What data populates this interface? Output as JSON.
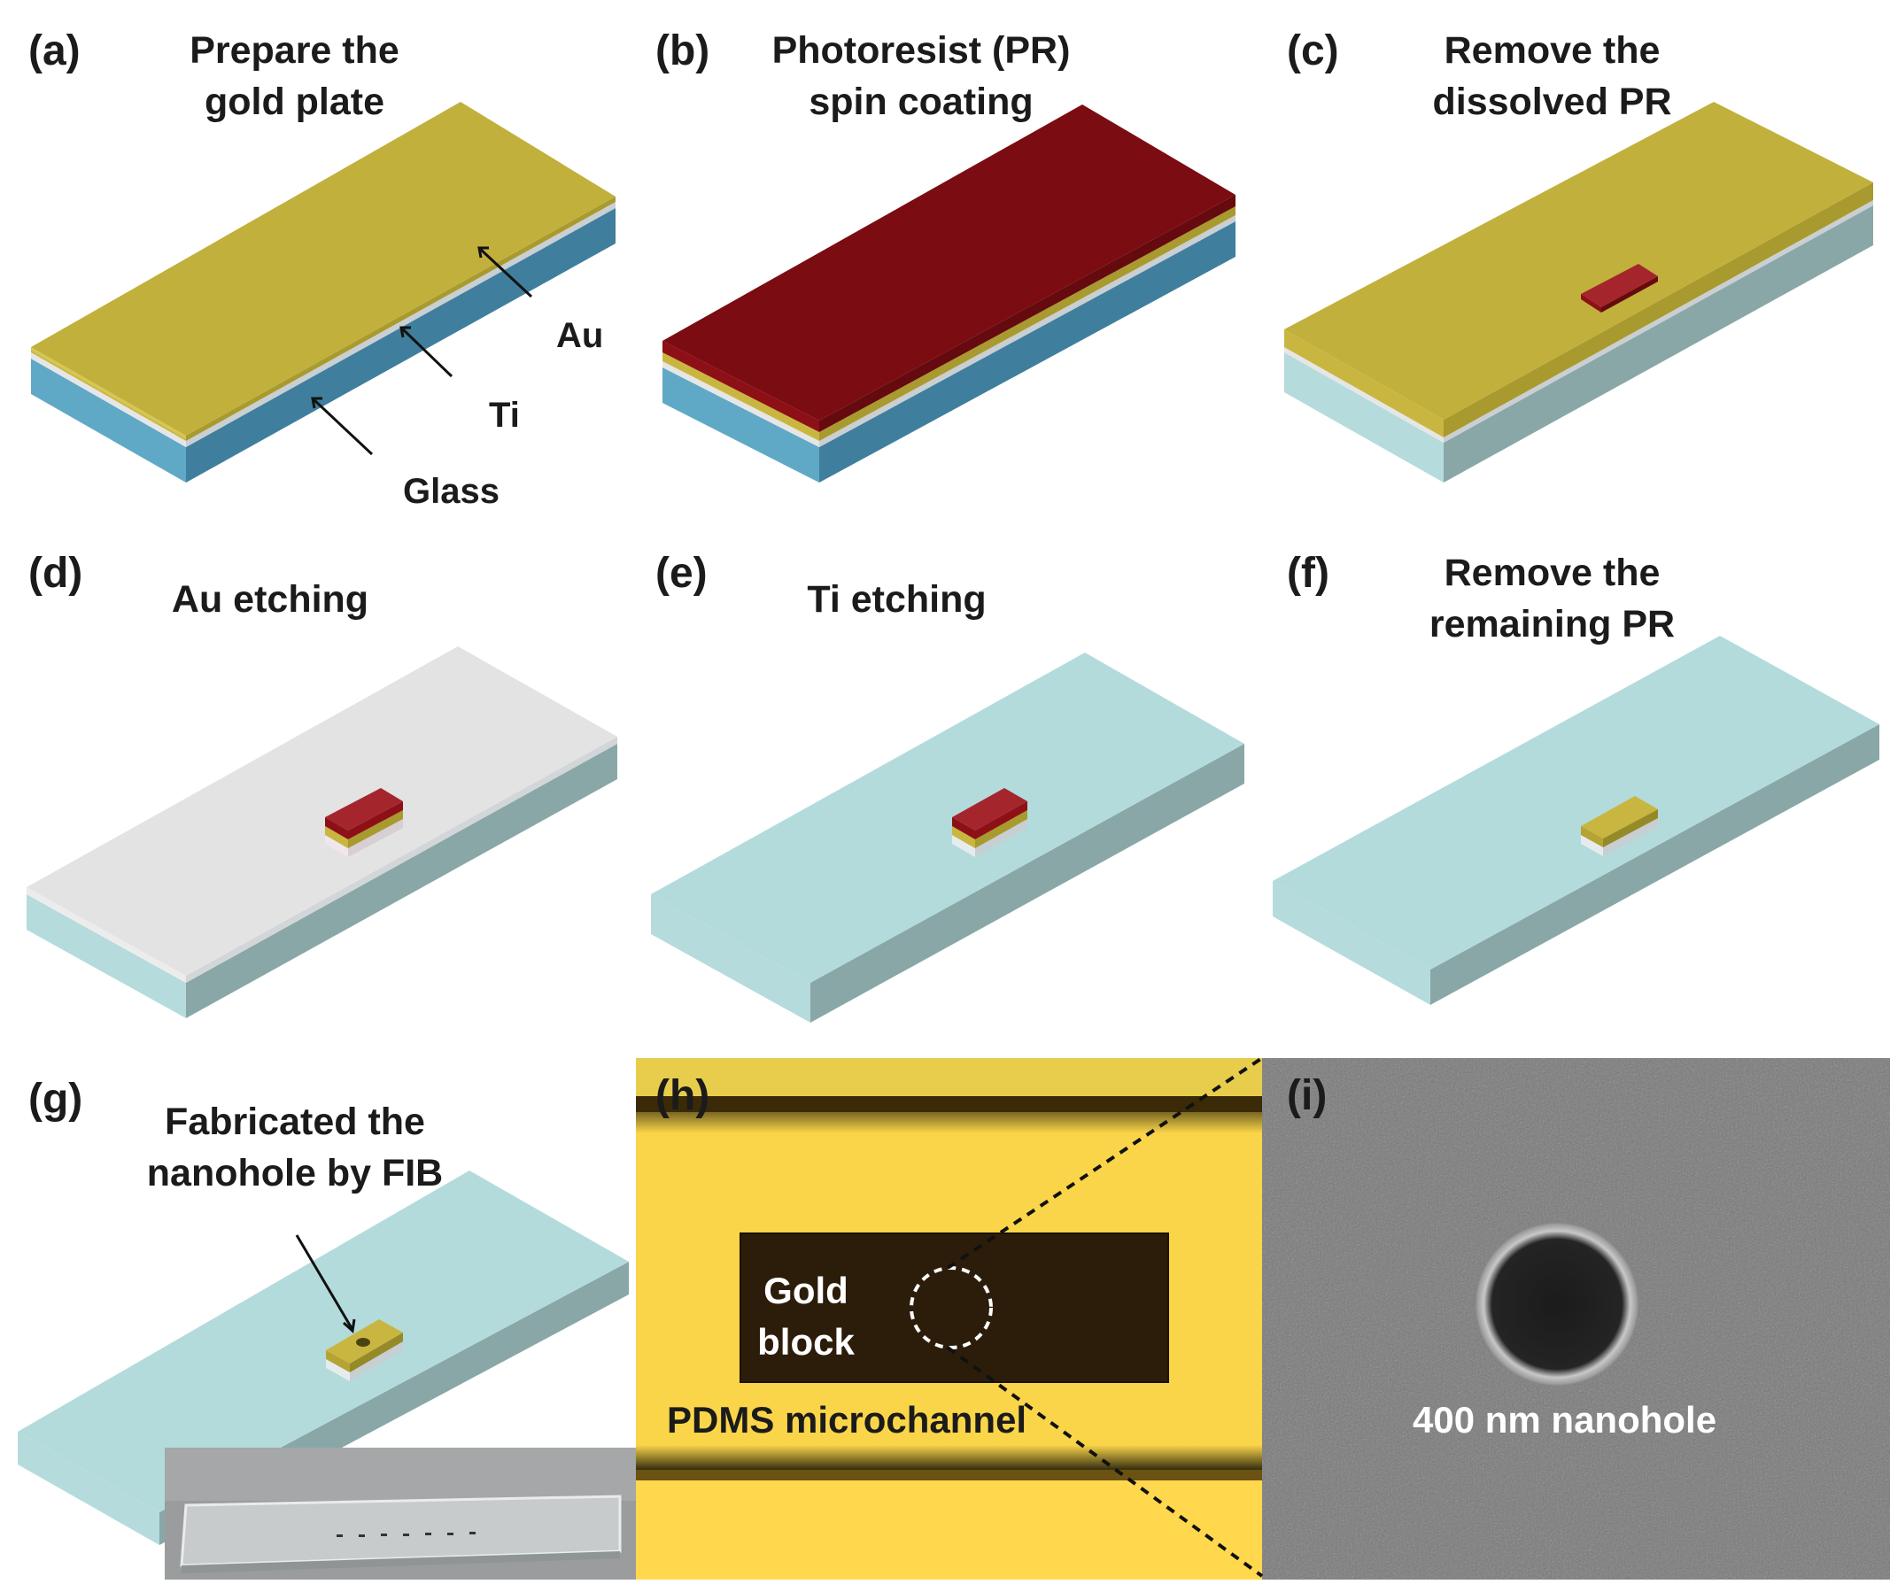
{
  "panels": {
    "a": {
      "label": "(a)",
      "title": [
        "Prepare the",
        "gold plate"
      ],
      "layers": {
        "au": "Au",
        "ti": "Ti",
        "glass": "Glass"
      }
    },
    "b": {
      "label": "(b)",
      "title": [
        "Photoresist (PR)",
        "spin coating"
      ]
    },
    "c": {
      "label": "(c)",
      "title": [
        "Remove the",
        "dissolved PR"
      ]
    },
    "d": {
      "label": "(d)",
      "title": [
        "Au etching"
      ]
    },
    "e": {
      "label": "(e)",
      "title": [
        "Ti etching"
      ]
    },
    "f": {
      "label": "(f)",
      "title": [
        "Remove the",
        "remaining PR"
      ]
    },
    "g": {
      "label": "(g)",
      "title": [
        "Fabricated the",
        "nanohole by FIB"
      ]
    },
    "h": {
      "label": "(h)",
      "block_label": [
        "Gold",
        "block"
      ],
      "channel_label": "PDMS microchannel"
    },
    "i": {
      "label": "(i)",
      "hole_label": "400 nm nanohole"
    }
  },
  "colors": {
    "gold": "#c5b43c",
    "photoresist": "#7b0c11",
    "glass_blue": "#5fa5c2",
    "glass_clear": "#b5dcdc",
    "titanium": "#e8e8e8",
    "microscope_yellow": "#ffdd55",
    "sem_gray": "#7a7a7a"
  }
}
